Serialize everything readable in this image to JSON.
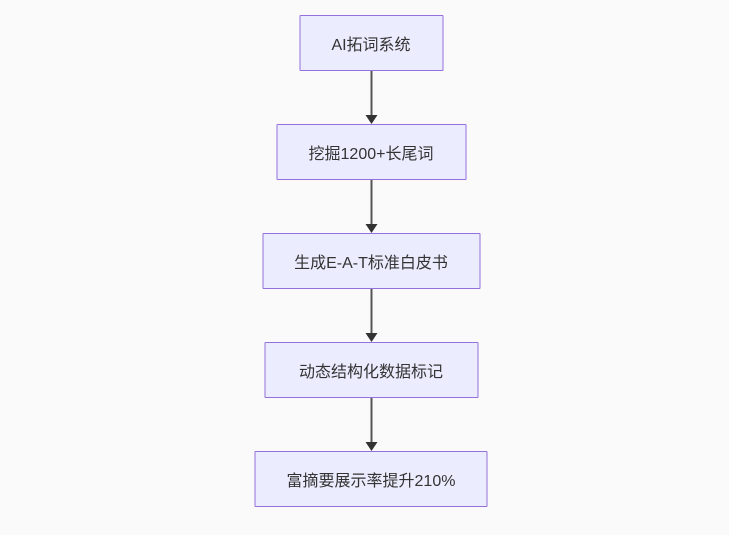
{
  "diagram": {
    "type": "flowchart",
    "direction": "top-down",
    "colors": {
      "background": "#fafafa",
      "node_fill": "#ECECFF",
      "node_border": "#9370DB",
      "edge_line": "#555555",
      "arrowhead": "#333333",
      "text": "#333333"
    },
    "nodes": [
      {
        "id": "n1",
        "label": "AI拓词系统"
      },
      {
        "id": "n2",
        "label": "挖掘1200+长尾词"
      },
      {
        "id": "n3",
        "label": "生成E-A-T标准白皮书"
      },
      {
        "id": "n4",
        "label": "动态结构化数据标记"
      },
      {
        "id": "n5",
        "label": "富摘要展示率提升210%"
      }
    ],
    "edges": [
      {
        "from": "n1",
        "to": "n2"
      },
      {
        "from": "n2",
        "to": "n3"
      },
      {
        "from": "n3",
        "to": "n4"
      },
      {
        "from": "n4",
        "to": "n5"
      }
    ]
  }
}
